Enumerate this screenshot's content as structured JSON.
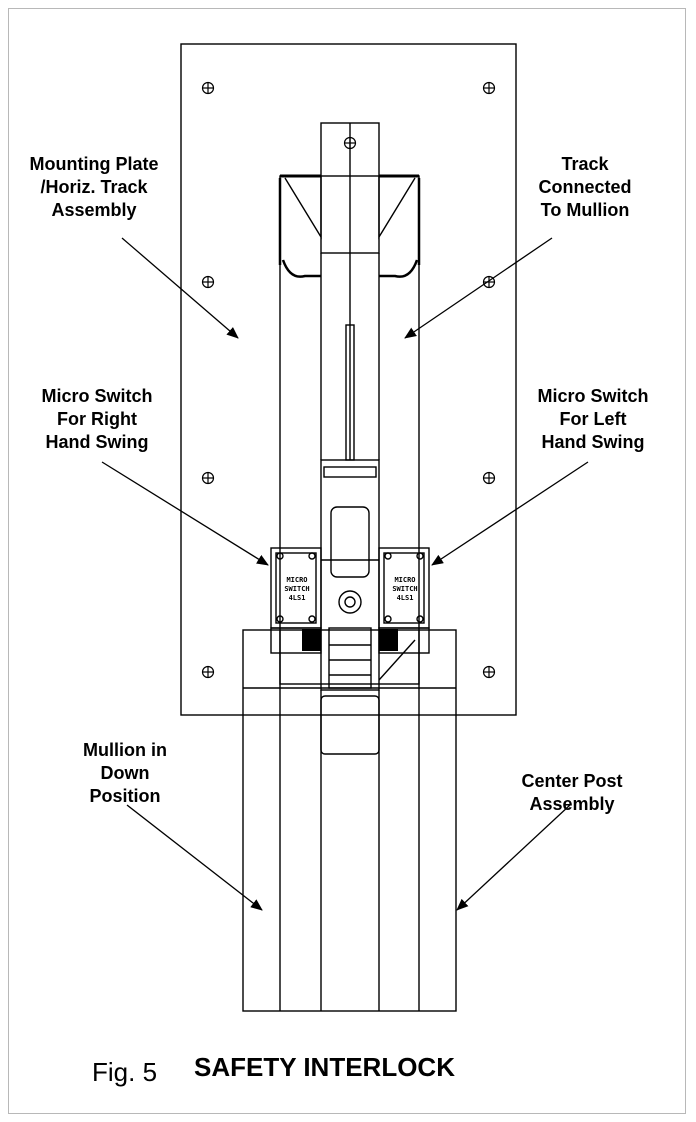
{
  "diagram": {
    "labels": {
      "mounting_plate": "Mounting Plate\n/Horiz. Track\nAssembly",
      "track_connected": "Track\nConnected\nTo Mullion",
      "micro_switch_right": "Micro Switch\nFor Right\nHand Swing",
      "micro_switch_left": "Micro Switch\nFor Left\nHand Swing",
      "mullion_down": "Mullion in\nDown\nPosition",
      "center_post": "Center Post\nAssembly"
    },
    "switch_left": {
      "line1": "MICRO",
      "line2": "SWITCH",
      "line3": "4LS1"
    },
    "switch_right": {
      "line1": "MICRO",
      "line2": "SWITCH",
      "line3": "4LS1"
    }
  },
  "caption": {
    "figure_number": "Fig. 5",
    "title": "SAFETY INTERLOCK"
  }
}
